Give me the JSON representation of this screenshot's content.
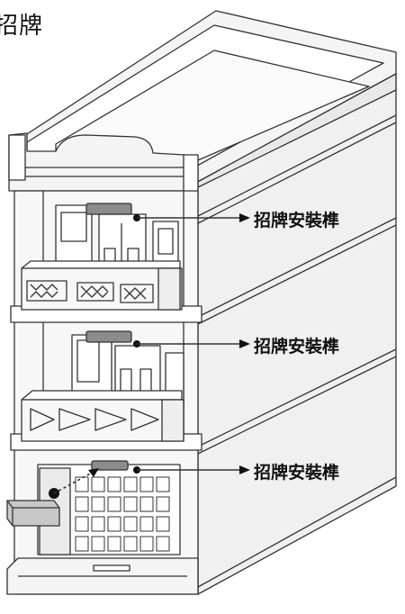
{
  "title": "招牌",
  "callouts": [
    {
      "label": "招牌安裝榫"
    },
    {
      "label": "招牌安裝榫"
    },
    {
      "label": "招牌安裝榫"
    }
  ],
  "colors": {
    "line": "#333333",
    "wall": "#f4f4f4",
    "shade": "#e2e2e2",
    "sign": "#8c8c8c",
    "panel": "#c8c8c8"
  }
}
